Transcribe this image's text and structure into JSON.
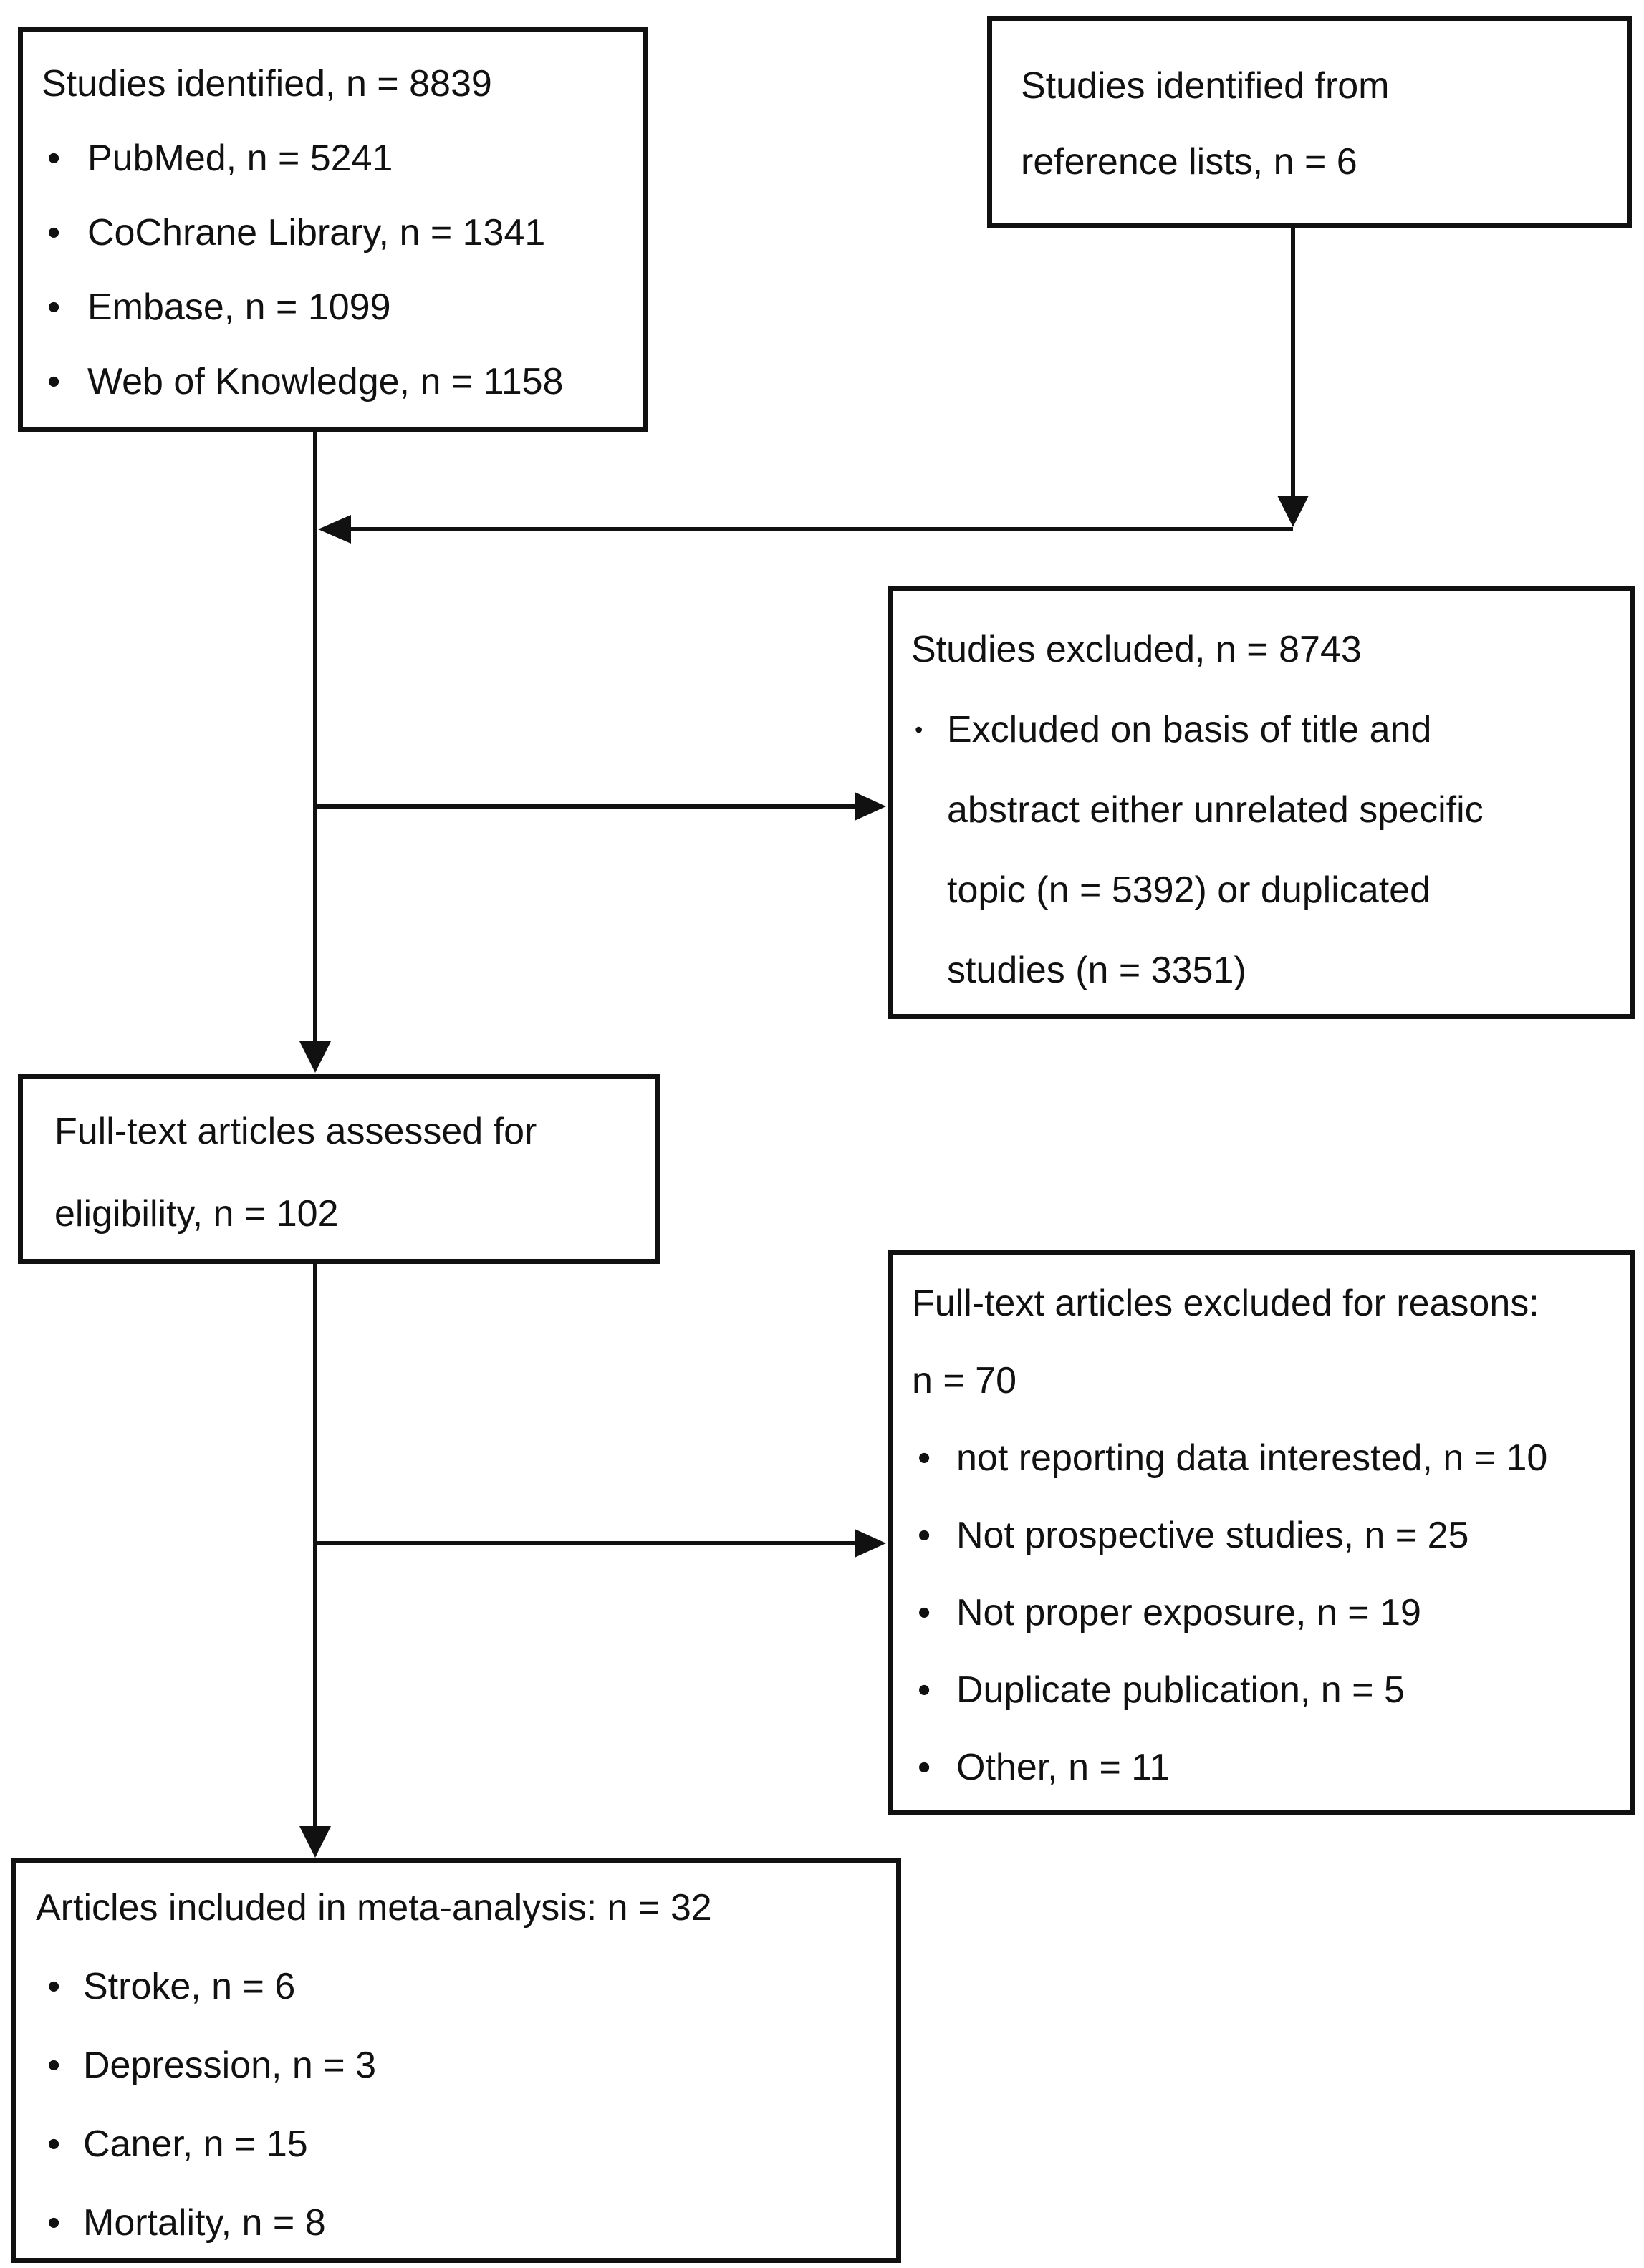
{
  "diagram": {
    "bullet_glyph": "•",
    "boxes": {
      "identified": {
        "title": "Studies identified, n = 8839",
        "items": [
          "PubMed, n = 5241",
          "CoChrane Library, n = 1341",
          "Embase, n = 1099",
          "Web of Knowledge, n = 1158"
        ]
      },
      "reference": {
        "lines": [
          "Studies identified from",
          "reference lists, n = 6"
        ]
      },
      "excluded": {
        "title": "Studies excluded, n = 8743",
        "item_lines": [
          "Excluded on basis of title and",
          "abstract either unrelated specific",
          "topic (n = 5392) or duplicated",
          "studies (n = 3351)"
        ]
      },
      "fulltext_assessed": {
        "lines": [
          "Full-text articles assessed for",
          "eligibility, n = 102"
        ]
      },
      "fulltext_excluded": {
        "title_lines": [
          "Full-text articles excluded for reasons:",
          "n = 70"
        ],
        "items": [
          "not reporting data interested, n = 10",
          "Not prospective studies, n = 25",
          "Not proper exposure, n = 19",
          "Duplicate publication, n = 5",
          "Other, n = 11"
        ]
      },
      "included": {
        "title": "Articles included in meta-analysis: n = 32",
        "items": [
          "Stroke, n = 6",
          "Depression, n = 3",
          "Caner, n = 15",
          "Mortality, n = 8"
        ]
      }
    },
    "colors": {
      "line": "#111111",
      "background": "#ffffff"
    }
  }
}
